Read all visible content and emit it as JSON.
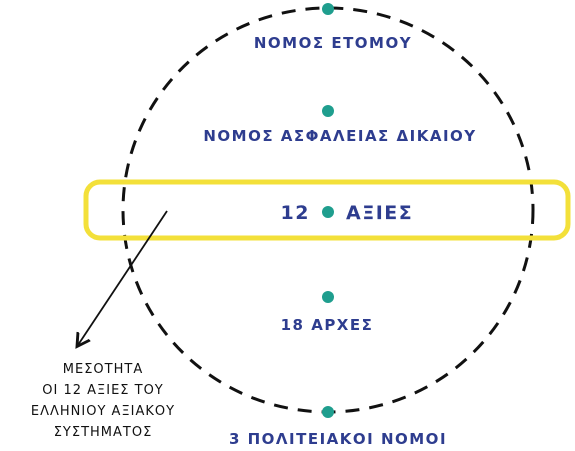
{
  "colors": {
    "ring": "#111111",
    "dot": "#1f9e8e",
    "highlight": "#f3e03a",
    "text_blue": "#2e3d8f",
    "note_text": "#111111",
    "arrow": "#111111"
  },
  "nodes": [
    {
      "id": "top",
      "label": "ΝΟΜΟΣ ΕΤΟΜΟΥ"
    },
    {
      "id": "justice",
      "label": "ΝΟΜΟΣ ΑΣΦΑΛΕΙΑΣ ΔΙΚΑΙΟΥ"
    },
    {
      "id": "values",
      "label_left": "12",
      "label_right": "ΑΞΙΕΣ"
    },
    {
      "id": "principles",
      "label": "18 ΑΡΧΕΣ"
    },
    {
      "id": "bottom",
      "label": "3 ΠΟΛΙΤΕΙΑΚΟΙ ΝΟΜΟΙ"
    }
  ],
  "annotation": {
    "lines": [
      "ΜΕΣΟΤΗΤΑ",
      "ΟΙ 12 ΑΞΙΕΣ ΤΟΥ",
      "ΕΛΛΗΝΙΟΥ ΑΞΙΑΚΟΥ",
      "ΣΥΣΤΗΜΑΤΟΣ"
    ]
  }
}
